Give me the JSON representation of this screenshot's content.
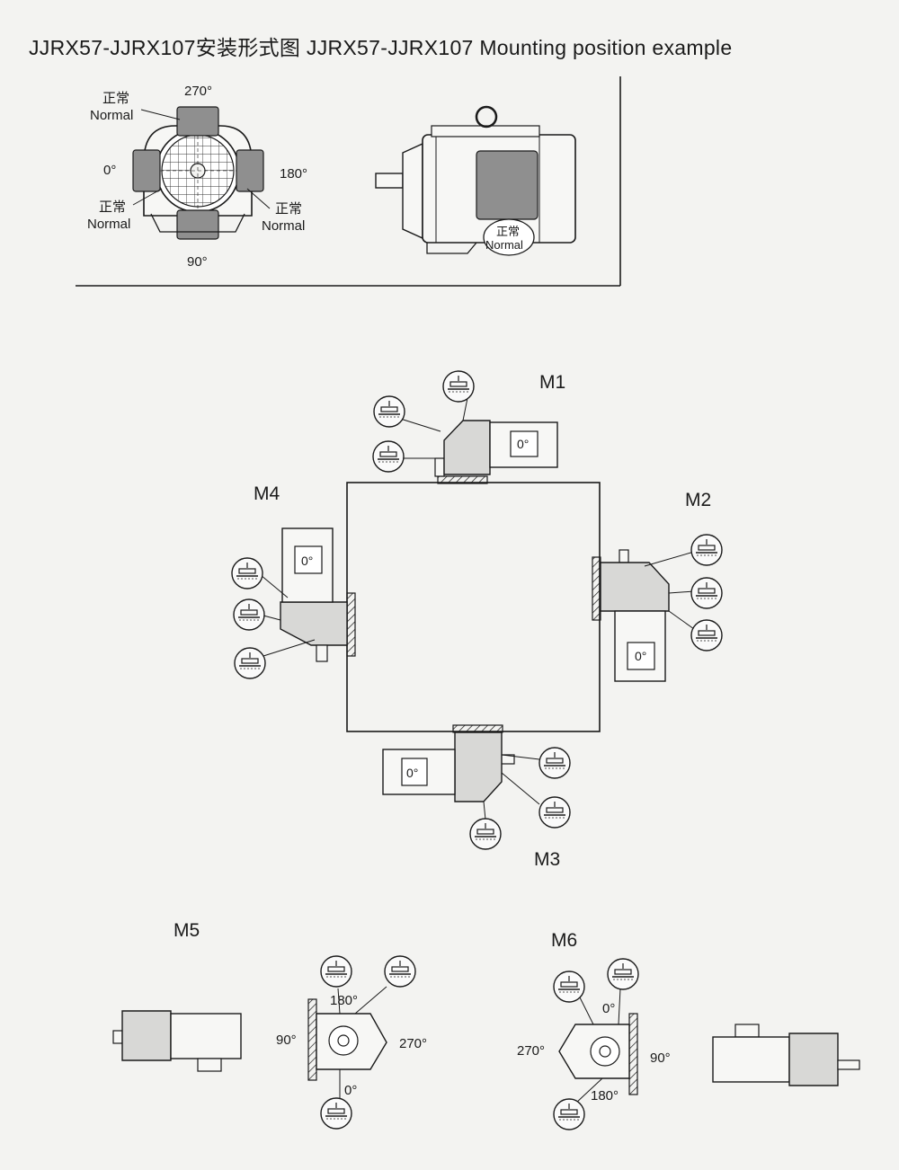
{
  "title": "JJRX57-JJRX107安装形式图 JJRX57-JJRX107  Mounting position example",
  "terminal_box_positions": {
    "top": "270°",
    "left": "0°",
    "right": "180°",
    "bottom": "90°",
    "normal_cn": "正常",
    "normal_en": "Normal"
  },
  "mounting_positions": {
    "m1": "M1",
    "m2": "M2",
    "m3": "M3",
    "m4": "M4",
    "m5": "M5",
    "m6": "M6"
  },
  "motor_box_angle": "0°",
  "m5_angles": {
    "top": "180°",
    "left": "90°",
    "right": "270°",
    "bottom": "0°"
  },
  "m6_angles": {
    "top": "0°",
    "left": "270°",
    "right": "90°",
    "bottom": "180°"
  },
  "colors": {
    "ink": "#1a1a1a",
    "box_fill": "#8f8f8f",
    "paper": "#f3f3f1"
  }
}
